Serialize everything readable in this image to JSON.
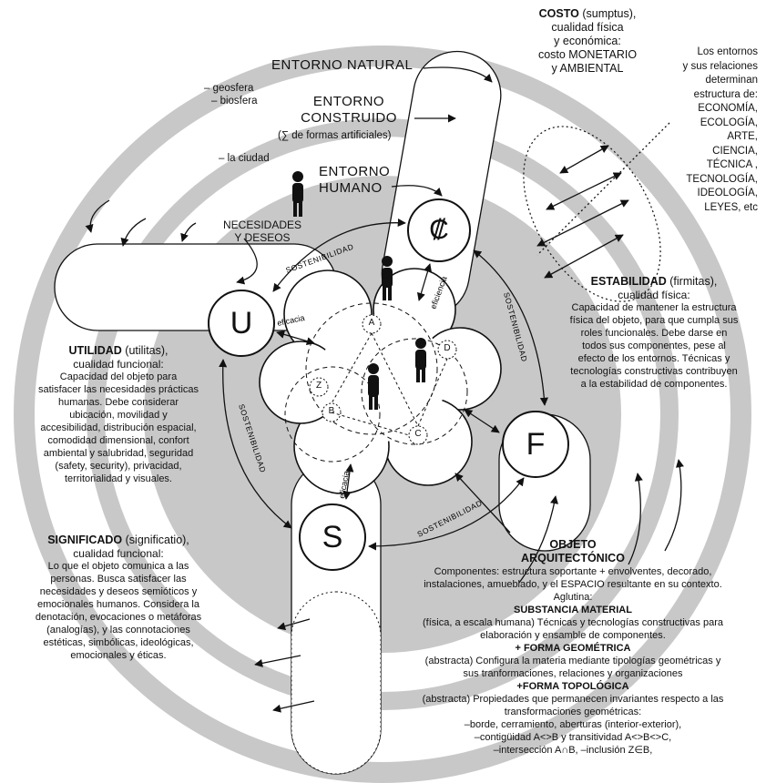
{
  "costo": {
    "title": "COSTO",
    "latin": "(sumptus),",
    "lines": [
      "cualidad física",
      "y económica:",
      "costo MONETARIO",
      "y AMBIENTAL"
    ]
  },
  "entornos_note": {
    "intro": [
      "Los entornos",
      "y sus relaciones",
      "determinan",
      "estructura de:"
    ],
    "items": [
      "ECONOMÍA,",
      "ECOLOGÍA,",
      "ARTE,",
      "CIENCIA,",
      "TÉCNICA ,",
      "TECNOLOGÍA,",
      "IDEOLOGÍA,",
      "LEYES, etc"
    ]
  },
  "entorno_natural": "ENTORNO NATURAL",
  "geosfera": "– geosfera",
  "biosfera": "– biosfera",
  "entorno_construido": [
    "ENTORNO",
    "CONSTRUIDO"
  ],
  "formas_artificiales": "(∑ de formas artificiales)",
  "ciudad": "– la ciudad",
  "entorno_humano": [
    "ENTORNO",
    "HUMANO"
  ],
  "necesidades": [
    "NECESIDADES",
    "Y DESEOS"
  ],
  "sostenibilidad": "SOSTENIBILIDAD",
  "eficacia": "eficacia",
  "eficiencia": "eficiencia",
  "letters": {
    "u": "U",
    "f": "F",
    "s": "S",
    "cost": "₡"
  },
  "nodes": {
    "a": "A",
    "b": "B",
    "c": "C",
    "d": "D",
    "z": "Z"
  },
  "estabilidad": {
    "title": "ESTABILIDAD",
    "latin": "(firmitas),",
    "sub": "cualidad física:",
    "lines": [
      "Capacidad de mantener la estructura",
      "física del objeto, para que cumpla sus",
      "roles funcionales. Debe darse en",
      "todos sus componentes, pese al",
      "efecto de los entornos. Técnicas y",
      "tecnologías constructivas contribuyen",
      "a la estabilidad de componentes."
    ]
  },
  "utilidad": {
    "title": "UTILIDAD",
    "latin": "(utilitas),",
    "sub": "cualidad funcional:",
    "lines": [
      "Capacidad del objeto para",
      "satisfacer las necesidades prácticas",
      "humanas. Debe considerar",
      "ubicación, movilidad y",
      "accesibilidad,  distribución espacial,",
      "comodidad dimensional, confort",
      "ambiental y salubridad, seguridad",
      "(safety, security), privacidad,",
      "territorialidad y visuales."
    ]
  },
  "significado": {
    "title": "SIGNIFICADO",
    "latin": "(significatio),",
    "sub": "cualidad funcional:",
    "lines": [
      "Lo que el objeto comunica a las",
      "personas. Busca satisfacer las",
      "necesidades y deseos semióticos y",
      "emocionales humanos.  Considera la",
      "denotación, evocaciones o metáforas",
      "(analogías), y las connotaciones",
      "estéticas, simbólicas, ideológicas,",
      "emocionales y éticas."
    ]
  },
  "objeto": {
    "title": [
      "OBJETO",
      "ARQUITECTÓNICO"
    ],
    "components": [
      "Componentes: estructura soportante + envolventes, decorado,",
      "instalaciones, amueblado, y el ESPACIO resultante en su contexto."
    ],
    "aglutina": "Aglutina:",
    "sustancia_title": "SUBSTANCIA MATERIAL",
    "sustancia": [
      "(física, a escala humana) Técnicas y tecnologías constructivas para",
      "elaboración y ensamble de componentes."
    ],
    "forma_geo_title": "+ FORMA GEOMÉTRICA",
    "forma_geo": [
      "(abstracta) Configura la materia mediante tipologías geométricas y",
      "sus tranformaciones, relaciones y organizaciones"
    ],
    "forma_topo_title": "+FORMA TOPOLÓGICA",
    "forma_topo": [
      "(abstracta) Propiedades que permanecen invariantes respecto a las",
      "transformaciones geométricas:",
      "–borde, cerramiento, aberturas (interior-exterior),",
      "–contigüidad A<>B y transitividad A<>B<>C,",
      "–intersección A∩B, –inclusión Z∈B,"
    ]
  },
  "colors": {
    "ring": "#c8c8c8",
    "band": "#ffffff",
    "ink": "#111111"
  }
}
